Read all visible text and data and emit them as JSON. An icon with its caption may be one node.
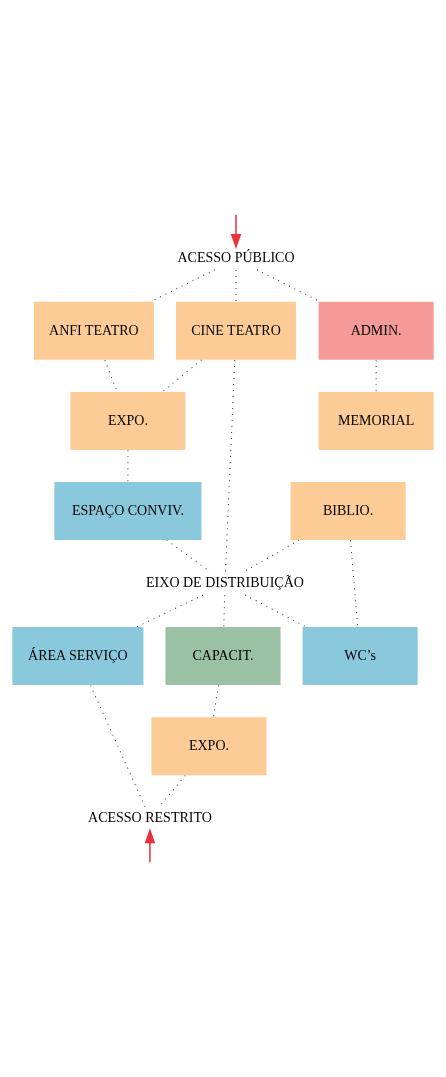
{
  "diagram": {
    "nodes": [
      {
        "text": [
          "ACESSO PÚBLICO"
        ]
      },
      {
        "text": [
          "ANFI TEATRO"
        ]
      },
      {
        "text": [
          "CINE TEATRO"
        ]
      },
      {
        "text": [
          "ADMIN."
        ]
      },
      {
        "text": [
          "EXPO."
        ]
      },
      {
        "text": [
          "MEMORIAL"
        ]
      },
      {
        "text": [
          "ESPAÇO CONVIV."
        ]
      },
      {
        "text": [
          "BIBLIO."
        ]
      },
      {
        "text": [
          "EIXO DE DISTRIBUIÇÃO"
        ]
      },
      {
        "text": [
          "ÁREA SERVIÇO"
        ]
      },
      {
        "text": [
          "WC’s"
        ]
      },
      {
        "text": [
          "CAPACIT."
        ]
      },
      {
        "text": [
          "EXPO."
        ]
      },
      {
        "text": [
          "ACESSO RESTRITO"
        ]
      }
    ],
    "edges": [
      {
        "from": null,
        "to": 0,
        "arrow": "to",
        "color": "#e8313a"
      },
      {
        "from": 0,
        "to": 1,
        "arrow": "none",
        "style": "dashed"
      },
      {
        "from": 0,
        "to": 2,
        "arrow": "none",
        "style": "dashed"
      },
      {
        "from": 0,
        "to": 3,
        "arrow": "none",
        "style": "dashed"
      },
      {
        "from": 1,
        "to": 4,
        "arrow": "none",
        "style": "dashed"
      },
      {
        "from": 2,
        "to": 4,
        "arrow": "none",
        "style": "dashed"
      },
      {
        "from": 2,
        "to": 8,
        "arrow": "none",
        "style": "dashed"
      },
      {
        "from": 3,
        "to": 5,
        "arrow": "none",
        "style": "dashed"
      },
      {
        "from": 4,
        "to": 6,
        "arrow": "none",
        "style": "dashed"
      },
      {
        "from": 6,
        "to": 8,
        "arrow": "none",
        "style": "dashed"
      },
      {
        "from": 7,
        "to": 8,
        "arrow": "none",
        "style": "dashed"
      },
      {
        "from": 7,
        "to": 10,
        "arrow": "none",
        "style": "dashed"
      },
      {
        "from": 8,
        "to": 9,
        "arrow": "none",
        "style": "dashed"
      },
      {
        "from": 8,
        "to": 10,
        "arrow": "none",
        "style": "dashed"
      },
      {
        "from": 8,
        "to": 11,
        "arrow": "none",
        "style": "dashed"
      },
      {
        "from": 9,
        "to": 13,
        "arrow": "none",
        "style": "dashed"
      },
      {
        "from": 11,
        "to": 12,
        "arrow": "none",
        "style": "dashed"
      },
      {
        "from": 12,
        "to": 13,
        "arrow": "none",
        "style": "dashed"
      },
      {
        "from": null,
        "to": 13,
        "arrow": "to",
        "color": "#e8313a"
      }
    ]
  }
}
